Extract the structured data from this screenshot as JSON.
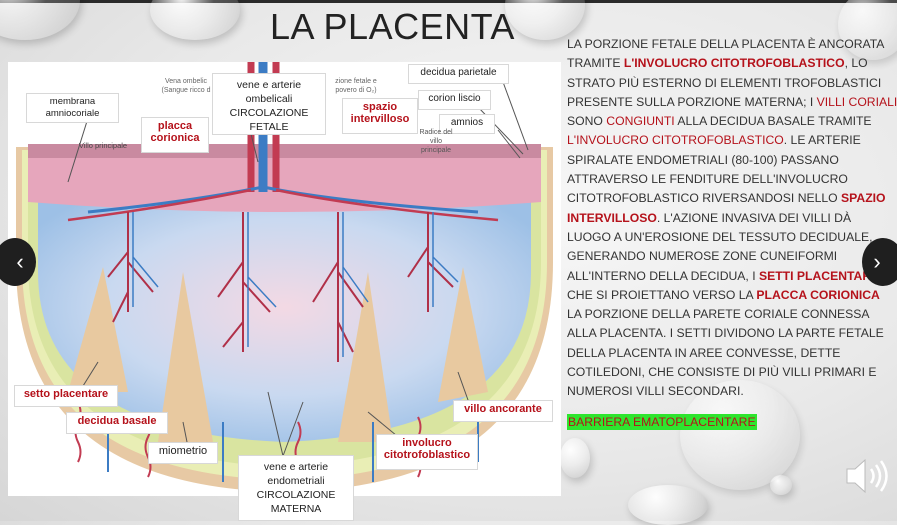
{
  "slide": {
    "title": "LA PLACENTA"
  },
  "figure": {
    "labels": {
      "membrana": "membrana amniocoriale",
      "vena_ombelicale": "Vena ombelic (Sangue ricco d",
      "vene_arterie_ombelicali": "vene e arterie ombelicali CIRCOLAZIONE FETALE",
      "zione_fetale": "zione fetale e povero di O₂)",
      "decidua_parietale": "decidua parietale",
      "corion_liscio": "corion liscio",
      "amnios": "amnios",
      "placca_corionica": "placca corionica",
      "spazio_intervilloso": "spazio intervilloso",
      "villo_principale_left": "Villo principale",
      "villo_principale_right": "Radice del villo principale",
      "setto_placentare": "setto placentare",
      "decidua_basale": "decidua basale",
      "miometrio": "miometrio",
      "villo_ancorante": "villo ancorante",
      "involucro": "involucro citotrofoblastico",
      "vene_arterie_endometriali": "vene e arterie endometriali CIRCOLAZIONE MATERNA"
    }
  },
  "body_text": {
    "p1": "LA PORZIONE FETALE DELLA PLACENTA È ANCORATA",
    "p2a": "TRAMITE ",
    "p2b": "L'INVOLUCRO CITOTROFOBLASTICO",
    "p2c": ", LO",
    "p3": "STRATO PIÙ ESTERNO DI ELEMENTI TROFOBLASTICI",
    "p4a": "PRESENTE SULLA PORZIONE MATERNA; I ",
    "p4b": "VILLI CORIALI",
    "p5a": "SONO ",
    "p5b": "CONGIUNTI",
    "p5c": " ALLA DECIDUA BASALE TRAMITE",
    "p6a": "L'INVOLUCRO CITOTROFOBLASTICO",
    "p6b": ". LE ARTERIE",
    "p7": "SPIRALATE ENDOMETRIALI (80-100) PASSANO",
    "p8": "ATTRAVERSO LE FENDITURE DELL'INVOLUCRO",
    "p9a": "CITOTROFOBLASTICO RIVERSANDOSI NELLO ",
    "p9b": "SPAZIO",
    "p10a": "INTERVILLOSO",
    "p10b": ". L'AZIONE INVASIVA DEI VILLI DÀ",
    "p11": "LUOGO A UN'EROSIONE DEL TESSUTO DECIDUALE,",
    "p12": "GENERANDO NUMEROSE ZONE CUNEIFORMI",
    "p13a": "ALL'INTERNO DELLA DECIDUA, I ",
    "p13b": "SETTI PLACENTARI",
    "p14a": "CHE SI PROIETTANO VERSO LA ",
    "p14b": "PLACCA CORIONICA",
    "p15": "LA PORZIONE DELLA PARETE CORIALE CONNESSA",
    "p16": "ALLA PLACENTA. I SETTI DIVIDONO LA PARTE FETALE",
    "p17": "DELLA PLACENTA IN AREE CONVESSE, DETTE",
    "p18": "COTILEDONI, CHE CONSISTE DI PIÙ VILLI PRIMARI E",
    "p19": "NUMEROSI VILLI SECONDARI."
  },
  "highlight": "BARRIERA EMATOPLACENTARE",
  "nav": {
    "prev": "‹",
    "next": "›"
  },
  "icons": {
    "prev": "chevron-left-icon",
    "next": "chevron-right-icon",
    "audio": "speaker-icon"
  },
  "colors": {
    "accent_red": "#b5121b",
    "highlight_green": "#2ee52e"
  }
}
